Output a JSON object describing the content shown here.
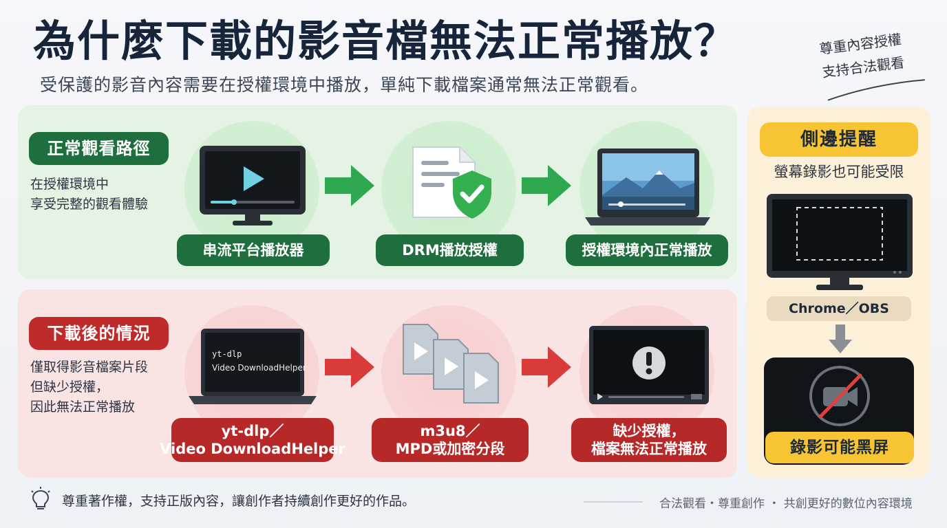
{
  "title": "為什麼下載的影音檔無法正常播放？",
  "subtitle": "受保護的影音內容需要在授權環境中播放，單純下載檔案通常無法正常觀看。",
  "hand_note": {
    "line1": "尊重內容授權",
    "line2": "支持合法觀看"
  },
  "normal_path": {
    "tag": "正常觀看路徑",
    "desc_line1": "在授權環境中",
    "desc_line2": "享受完整的觀看體驗",
    "steps": [
      {
        "label": "串流平台播放器",
        "icon": "monitor-play-icon"
      },
      {
        "label": "DRM播放授權",
        "icon": "document-shield-icon"
      },
      {
        "label": "授權環境內正常播放",
        "icon": "laptop-landscape-icon"
      }
    ]
  },
  "download_path": {
    "tag": "下載後的情況",
    "desc_line1": "僅取得影音檔案片段",
    "desc_line2": "但缺少授權，",
    "desc_line3": "因此無法正常播放",
    "steps": [
      {
        "label_line1": "yt-dlp／",
        "label_line2": "Video DownloadHelper",
        "icon": "laptop-terminal-icon",
        "screen_line1": "yt-dlp",
        "screen_line2": "Video DownloadHelper"
      },
      {
        "label_line1": "m3u8／",
        "label_line2": "MPD或加密分段",
        "icon": "video-files-icon"
      },
      {
        "label_line1": "缺少授權，",
        "label_line2": "檔案無法正常播放",
        "icon": "error-player-icon"
      }
    ]
  },
  "side": {
    "title": "側邊提醒",
    "desc": "螢幕錄影也可能受限",
    "chip": "Chrome／OBS",
    "result": "錄影可能黑屏"
  },
  "footer": {
    "left": "尊重著作權，支持正版內容，讓創作者持續創作更好的作品。",
    "right": "合法觀看・尊重創作 ・ 共創更好的數位內容環境"
  },
  "colors": {
    "green": "#1f6e3d",
    "red": "#bf2a2a",
    "yellow": "#f7c434",
    "arrow_green": "#2fa84f",
    "arrow_red": "#d93b3b"
  }
}
